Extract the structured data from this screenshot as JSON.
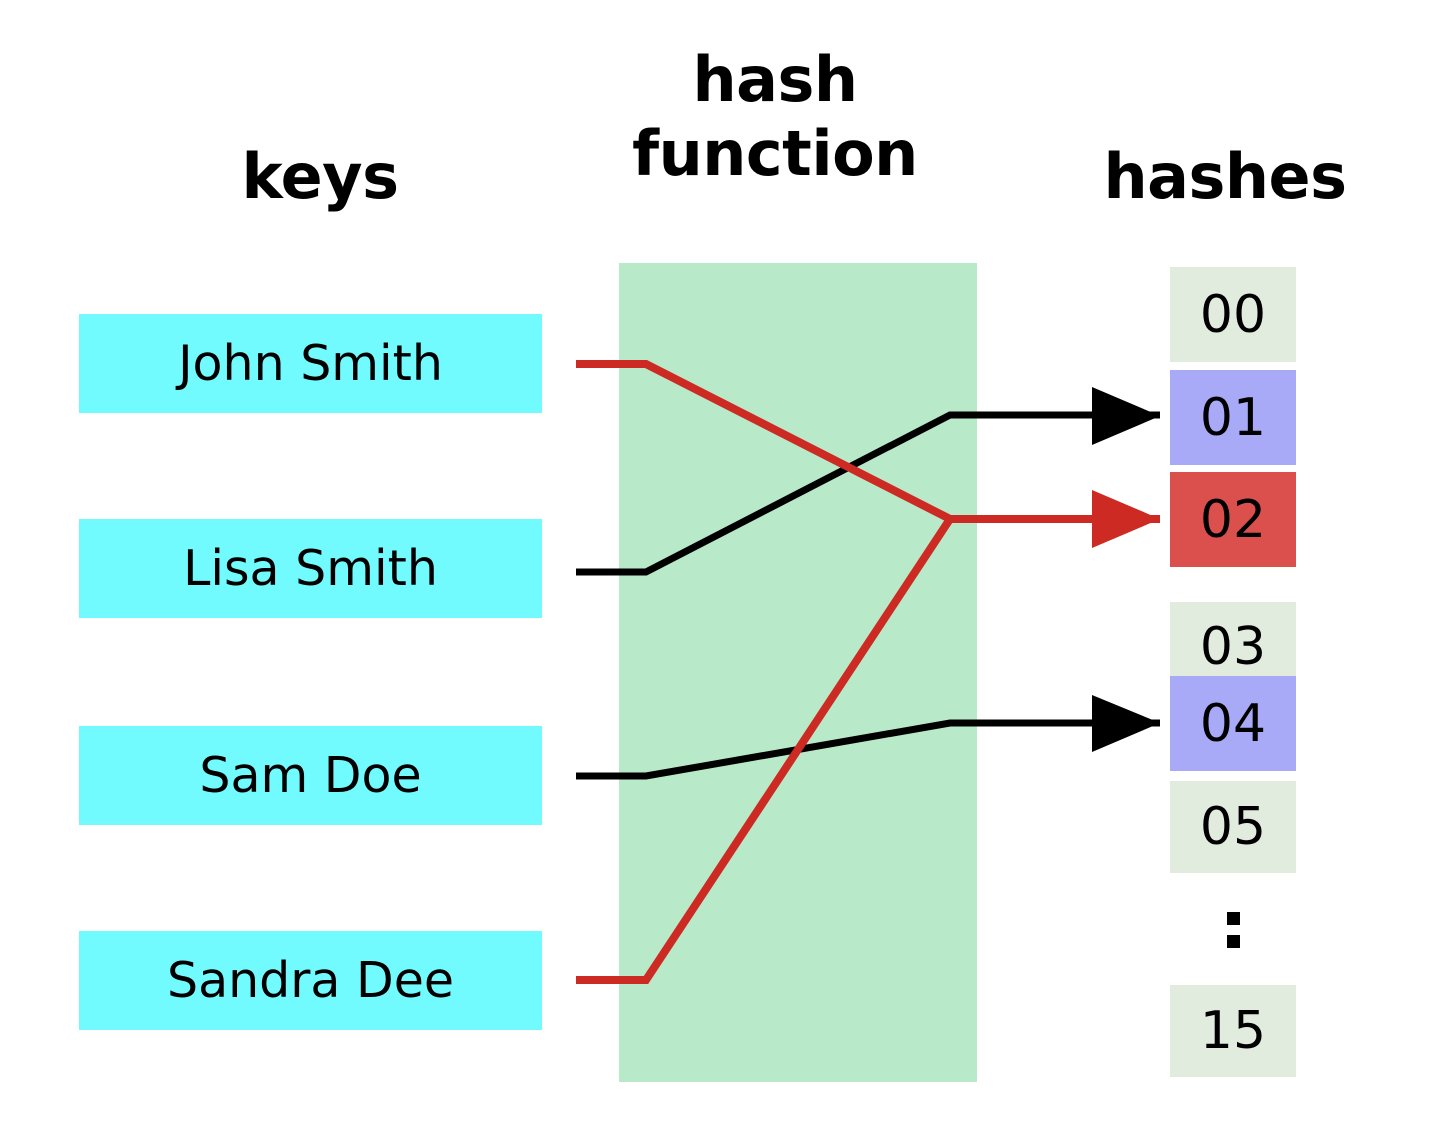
{
  "diagram": {
    "title": "hash function mapping keys to hashes",
    "headings": {
      "keys": "keys",
      "function": "hash\nfunction",
      "hashes": "hashes"
    },
    "colors": {
      "key_box": "#72fbff",
      "function_band": "#b8e9c9",
      "hash_empty": "#e1ecdf",
      "hash_used": "#a8a9f7",
      "hash_collision": "#db504d",
      "line_normal": "#000000",
      "line_collision": "#cc2a22",
      "text": "#000000",
      "background": "#ffffff"
    },
    "keys": [
      {
        "label": "John Smith",
        "hash": "02",
        "line_color": "collision"
      },
      {
        "label": "Lisa Smith",
        "hash": "01",
        "line_color": "normal"
      },
      {
        "label": "Sam Doe",
        "hash": "04",
        "line_color": "normal"
      },
      {
        "label": "Sandra Dee",
        "hash": "02",
        "line_color": "collision"
      }
    ],
    "hashes": [
      {
        "label": "00",
        "state": "empty"
      },
      {
        "label": "01",
        "state": "used"
      },
      {
        "label": "02",
        "state": "collision"
      },
      {
        "label": "03",
        "state": "empty"
      },
      {
        "label": "04",
        "state": "used"
      },
      {
        "label": "05",
        "state": "empty"
      },
      {
        "label": "15",
        "state": "empty"
      }
    ],
    "ellipsis": ":",
    "arrows": [
      {
        "target": "01",
        "color": "normal",
        "from_key": "Lisa Smith"
      },
      {
        "target": "02",
        "color": "collision",
        "from_key": "John Smith, Sandra Dee"
      },
      {
        "target": "04",
        "color": "normal",
        "from_key": "Sam Doe"
      }
    ]
  }
}
